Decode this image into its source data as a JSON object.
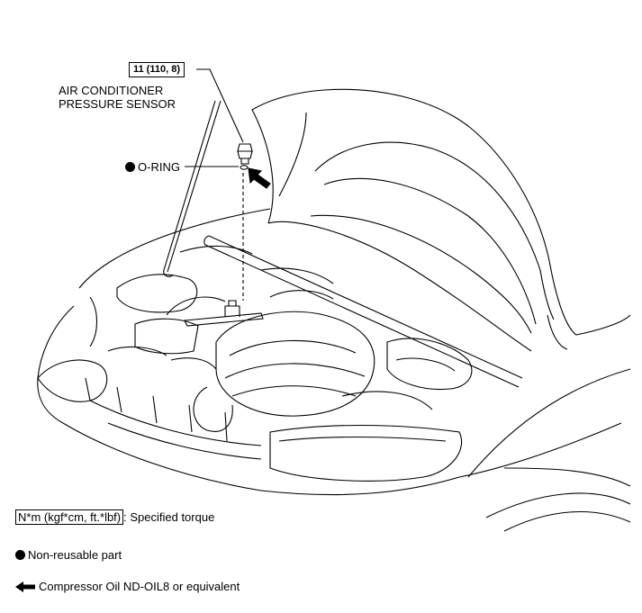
{
  "callouts": {
    "torque_value": "11 (110, 8)",
    "sensor_label_line1": "AIR CONDITIONER",
    "sensor_label_line2": "PRESSURE SENSOR",
    "oring_label": "O-RING"
  },
  "legend": {
    "torque_unit": "N*m (kgf*cm, ft.*lbf)",
    "torque_desc": ": Specified torque",
    "nonreusable_desc": "Non-reusable part",
    "oil_desc": "Compressor Oil ND-OIL8 or equivalent"
  },
  "icons": {
    "nonreusable": "filled-circle-icon",
    "oil": "bold-arrow-left-icon"
  }
}
